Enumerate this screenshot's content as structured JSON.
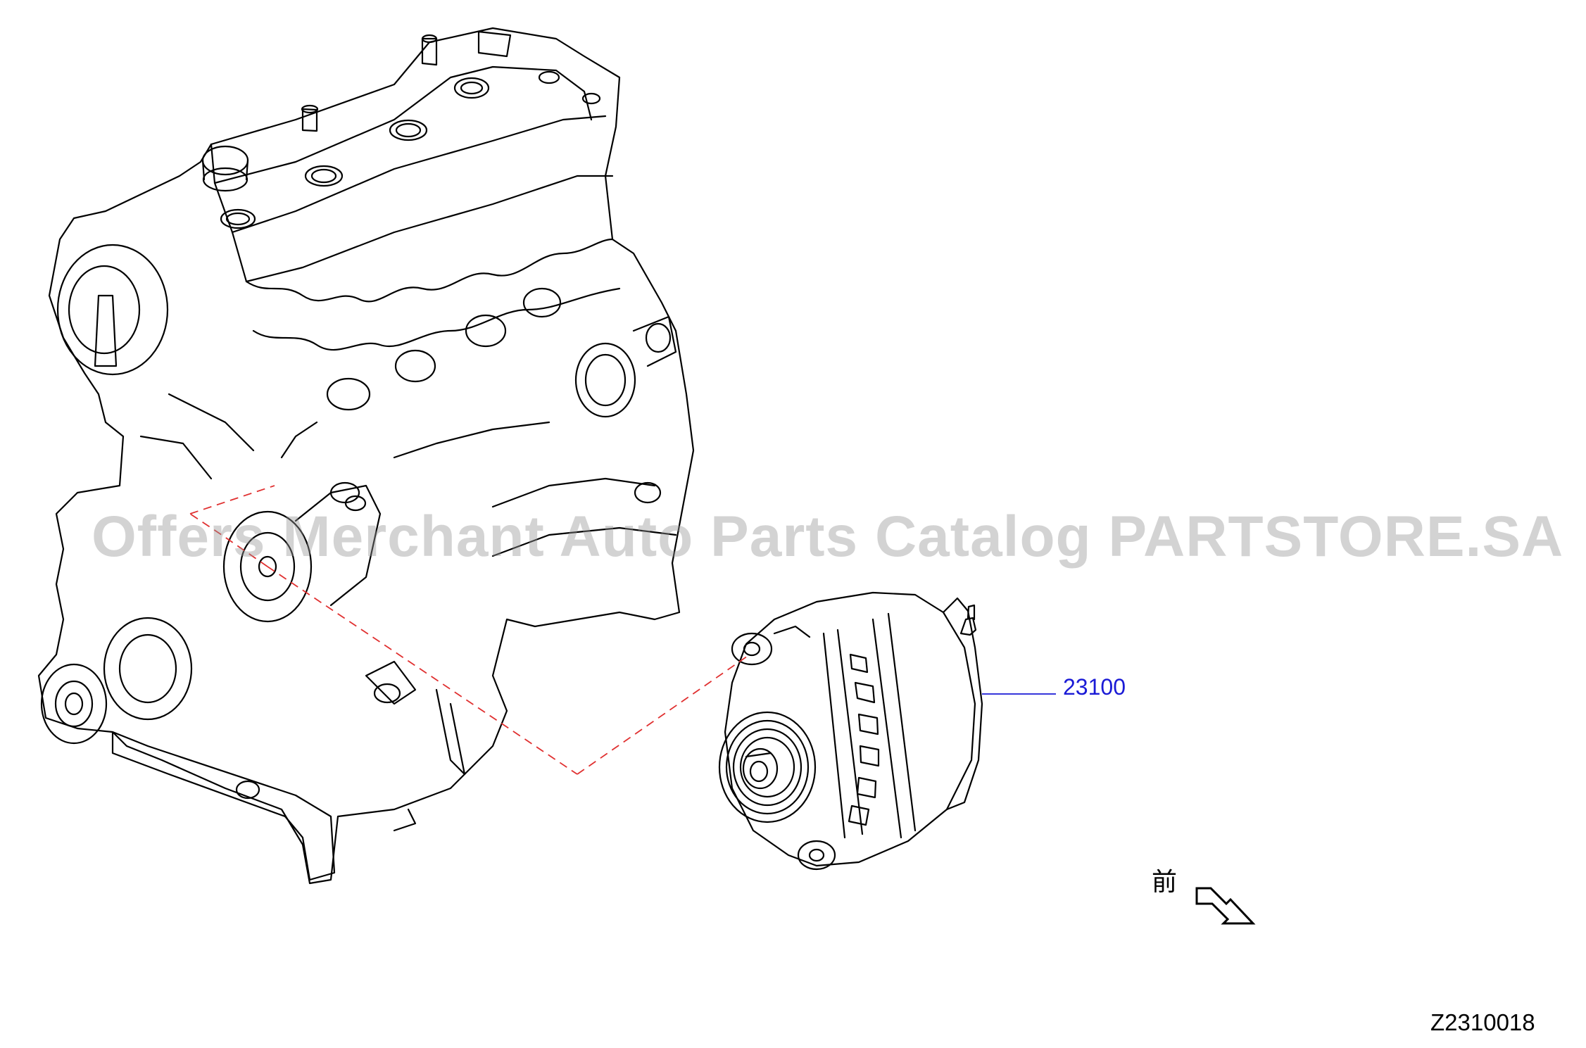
{
  "diagram": {
    "callouts": [
      {
        "part_number": "23100"
      }
    ],
    "front_indicator": {
      "label": "前",
      "icon": "front-direction-arrow-icon"
    },
    "drawing_code": "Z2310018",
    "watermark": "Offers Merchant Auto Parts Catalog PARTSTORE.SA",
    "colors": {
      "line_art": "#000000",
      "callout_text": "#1a1ad6",
      "leader_line": "#1a1ad6",
      "mounting_path": "#e03030",
      "watermark": "#969696"
    }
  }
}
